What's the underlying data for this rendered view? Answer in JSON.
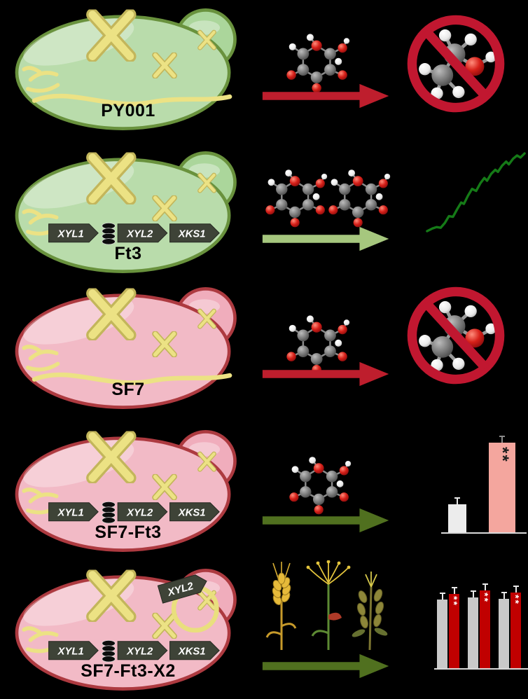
{
  "colors": {
    "background": "#000000",
    "lab_cell_fill": "#b9dcab",
    "lab_cell_stroke": "#69923d",
    "industrial_cell_fill": "#f2bac6",
    "industrial_cell_stroke": "#ad3a40",
    "chromosome_yellow": "#ece284",
    "cassette_box": "#3e4337",
    "arrow_red": "#be1e2d",
    "arrow_light_green": "#a6c77e",
    "arrow_dark_green": "#50701f",
    "growth_curve_green": "#157a17",
    "ban_symbol_red": "#c11730",
    "atom_carbon_gray": "#7a7a7a",
    "atom_oxygen_red": "#d62019",
    "atom_hydrogen_white": "#f2f2f2"
  },
  "rows": [
    {
      "strain_label": "PY001",
      "outcome": "no-ethanol"
    },
    {
      "strain_label": "Ft3",
      "cassette": {
        "genes": [
          "XYL1",
          "XYL2",
          "XKS1"
        ]
      },
      "outcome": "growth-curve"
    },
    {
      "strain_label": "SF7",
      "outcome": "no-ethanol"
    },
    {
      "strain_label": "SF7-Ft3",
      "cassette": {
        "genes": [
          "XYL1",
          "XYL2",
          "XKS1"
        ]
      },
      "outcome": "bar-chart"
    },
    {
      "strain_label": "SF7-Ft3-X2",
      "cassette": {
        "genes": [
          "XYL1",
          "XYL2",
          "XKS1"
        ]
      },
      "plasmid_gene": "XYL2",
      "outcome": "bar-chart"
    }
  ],
  "chart_data": [
    {
      "type": "bar",
      "panel": "sf7-ft3-outcome",
      "categories": [
        "bar-1",
        "bar-2"
      ],
      "values": [
        40,
        128
      ],
      "bar_colors": [
        "#ececec",
        "#f4a69e"
      ],
      "significance": [
        "",
        "**"
      ]
    },
    {
      "type": "bar",
      "panel": "sf7-ft3-x2-outcome",
      "categories": [
        "group-1",
        "group-2",
        "group-3"
      ],
      "series": [
        {
          "name": "gray",
          "color": "#c9c9c9",
          "values": [
            98,
            101,
            99
          ]
        },
        {
          "name": "red",
          "color": "#c00000",
          "values": [
            106,
            111,
            108
          ],
          "significance": [
            "**",
            "**",
            "**"
          ]
        }
      ]
    }
  ]
}
